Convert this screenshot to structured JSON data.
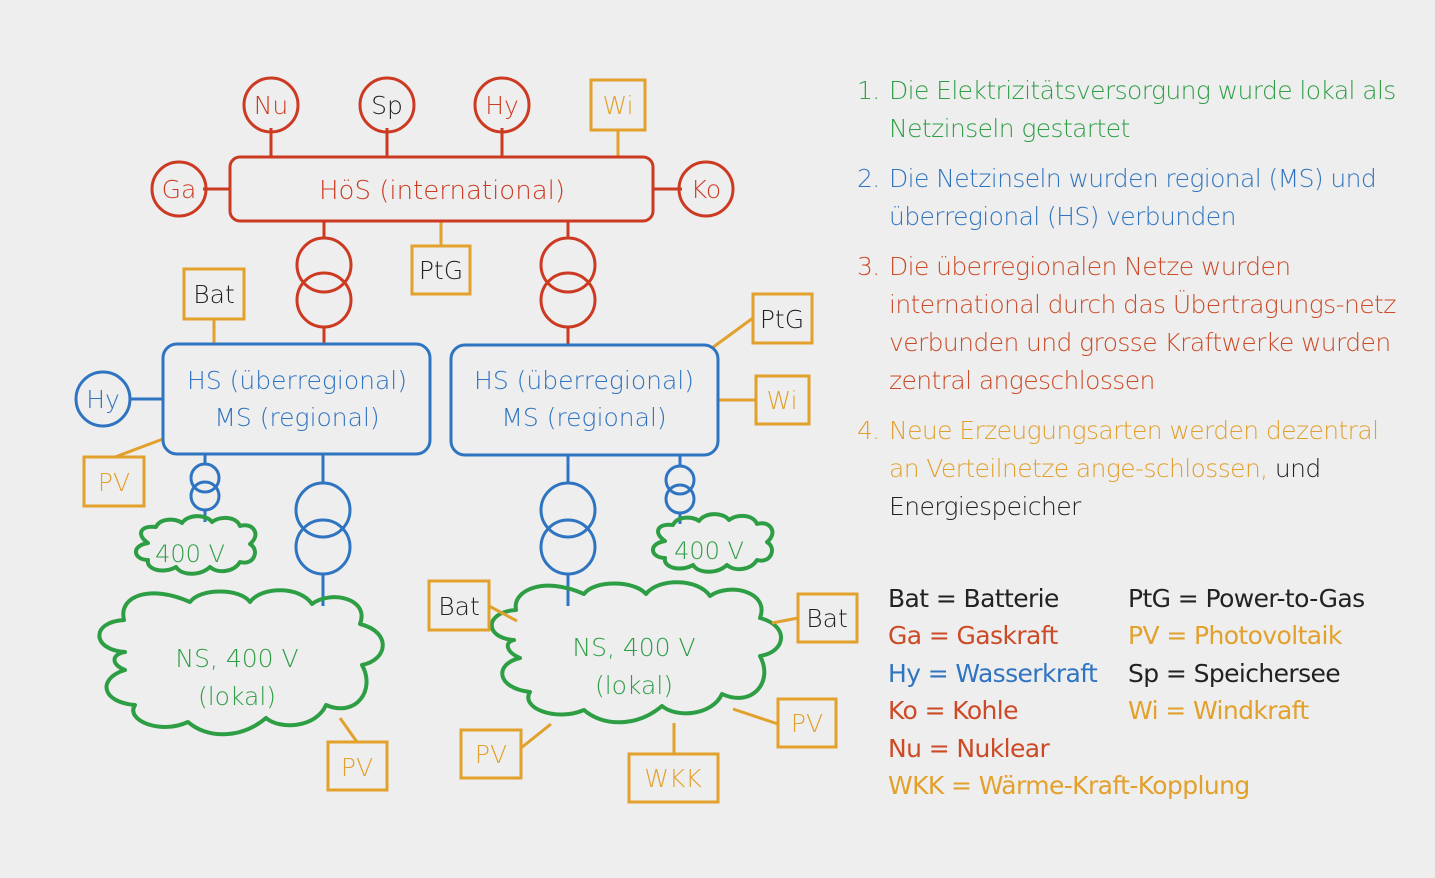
{
  "colors": {
    "background": "#eeeeee",
    "international": "#cc3a22",
    "regional": "#2f74c0",
    "local": "#2e9e45",
    "decentral": "#e2a02c",
    "neutral": "#222222"
  },
  "diagram": {
    "hos_box": "HöS (international)",
    "hs_left_line1": "HS (überregional)",
    "hs_left_line2": "MS (regional)",
    "hs_right_line1": "HS (überregional)",
    "hs_right_line2": "MS (regional)",
    "ns_left_line1": "NS, 400 V",
    "ns_left_line2": "(lokal)",
    "ns_right_line1": "NS, 400 V",
    "ns_right_line2": "(lokal)",
    "small_cloud_left": "400 V",
    "small_cloud_right": "400 V",
    "hos_nodes": {
      "nu": "Nu",
      "sp": "Sp",
      "hy": "Hy",
      "wi": "Wi",
      "ga": "Ga",
      "ko": "Ko",
      "ptg": "PtG"
    },
    "hs_left_nodes": {
      "bat": "Bat",
      "hy": "Hy",
      "pv": "PV"
    },
    "hs_right_nodes": {
      "ptg": "PtG",
      "wi": "Wi"
    },
    "ns_left_nodes": {
      "pv": "PV"
    },
    "ns_right_nodes": {
      "bat_left": "Bat",
      "bat_right": "Bat",
      "pv_left": "PV",
      "pv_right": "PV",
      "wkk": "WKK"
    }
  },
  "steps": [
    {
      "num": "1.",
      "text": "Die Elektrizitätsversorgung wurde lokal als Netzinseln gestartet"
    },
    {
      "num": "2.",
      "text": "Die Netzinseln wurden regional (MS) und überregional (HS) verbunden"
    },
    {
      "num": "3.",
      "text": "Die überregionalen Netze wurden international durch das Übertragungs-netz verbunden und grosse Kraftwerke wurden zentral angeschlossen"
    },
    {
      "num": "4.",
      "text": "Neue Erzeugungsarten werden dezentral an Verteilnetze ange-schlossen,",
      "text_suffix": " und Energiespeicher"
    }
  ],
  "legend": [
    {
      "text": "Bat = Batterie",
      "color": "neutral"
    },
    {
      "text": "Ga = Gaskraft",
      "color": "international"
    },
    {
      "text": "Hy = Wasserkraft",
      "color": "regional"
    },
    {
      "text": "Ko = Kohle",
      "color": "international"
    },
    {
      "text": "Nu = Nuklear",
      "color": "international"
    },
    {
      "text": "WKK = Wärme-Kraft-Kopplung",
      "color": "decentral"
    },
    {
      "text": "PtG = Power-to-Gas",
      "color": "neutral"
    },
    {
      "text": "PV = Photovoltaik",
      "color": "decentral"
    },
    {
      "text": "Sp = Speichersee",
      "color": "neutral"
    },
    {
      "text": "Wi = Windkraft",
      "color": "decentral"
    }
  ]
}
